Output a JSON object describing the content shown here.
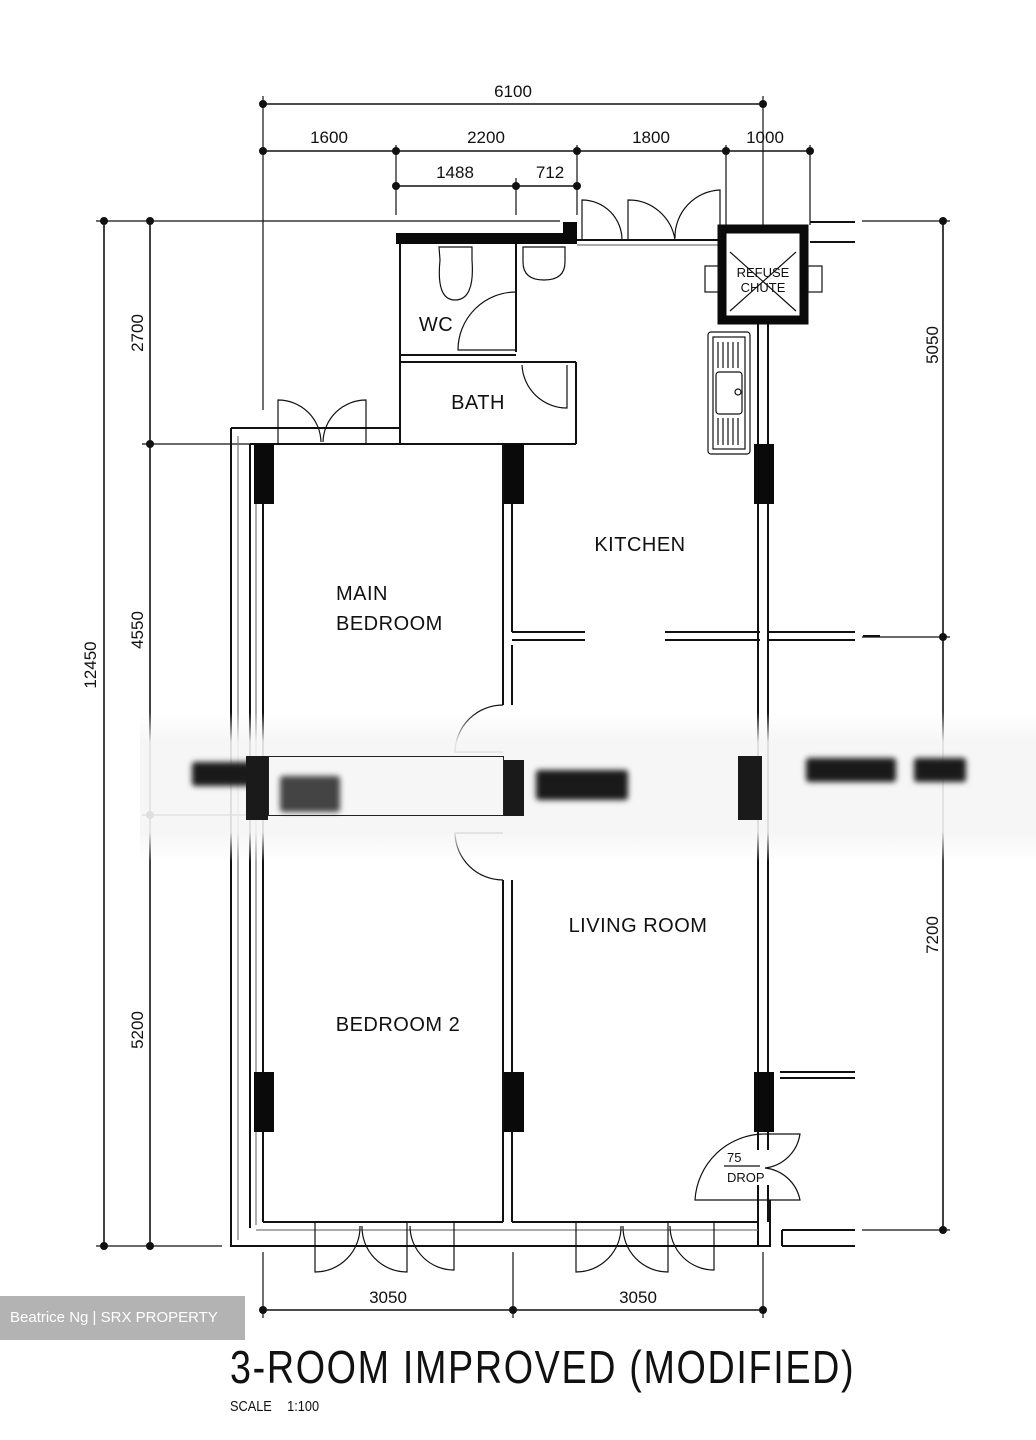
{
  "plan": {
    "title": "3-ROOM IMPROVED (MODIFIED)",
    "scale_label": "SCALE",
    "scale_value": "1:100",
    "credit": "Beatrice Ng | SRX PROPERTY"
  },
  "rooms": {
    "wc": "WC",
    "bath": "BATH",
    "kitchen": "KITCHEN",
    "main_bedroom_line1": "MAIN",
    "main_bedroom_line2": "BEDROOM",
    "living_room": "LIVING ROOM",
    "bedroom2": "BEDROOM 2",
    "refuse_line1": "REFUSE",
    "refuse_line2": "CHUTE",
    "drop_num": "75",
    "drop_label": "DROP"
  },
  "dimensions": {
    "top_total": "6100",
    "top_segments": [
      "1600",
      "2200",
      "1800",
      "1000"
    ],
    "top_sub_segments": [
      "1488",
      "712"
    ],
    "left_total": "12450",
    "left_segments": [
      "2700",
      "4550",
      "5200"
    ],
    "right_segments": [
      "5050",
      "7200"
    ],
    "bottom_segments": [
      "3050",
      "3050"
    ]
  },
  "colors": {
    "line": "#111111",
    "credit_bg": "#b3b3b3",
    "credit_text": "#ffffff"
  }
}
